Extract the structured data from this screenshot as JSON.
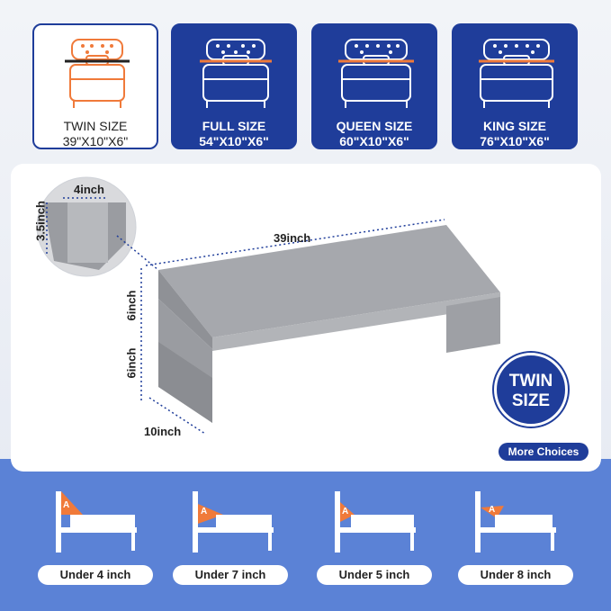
{
  "sizes": [
    {
      "name": "TWIN SIZE",
      "dim": "39\"X10\"X6\"",
      "active": true
    },
    {
      "name": "FULL SIZE",
      "dim": "54\"X10\"X6\"",
      "active": false
    },
    {
      "name": "QUEEN SIZE",
      "dim": "60\"X10\"X6\"",
      "active": false
    },
    {
      "name": "KING SIZE",
      "dim": "76\"X10\"X6\"",
      "active": false
    }
  ],
  "product": {
    "len_label": "39inch",
    "depth_label": "10inch",
    "height_top_label": "6inch",
    "height_bottom_label": "6inch",
    "detail_w_label": "4inch",
    "detail_h_label": "3.5inch"
  },
  "badge": {
    "line1": "TWIN",
    "line2": "SIZE"
  },
  "more_choices": "More Choices",
  "gaps": [
    {
      "label": "Under 4 inch",
      "marker": "A"
    },
    {
      "label": "Under 7 inch",
      "marker": "A"
    },
    {
      "label": "Under 5 inch",
      "marker": "A"
    },
    {
      "label": "Under 8 inch",
      "marker": "A"
    }
  ],
  "colors": {
    "brand": "#1f3d9a",
    "accent": "#f07a3a",
    "bottom": "#5b82d6"
  }
}
